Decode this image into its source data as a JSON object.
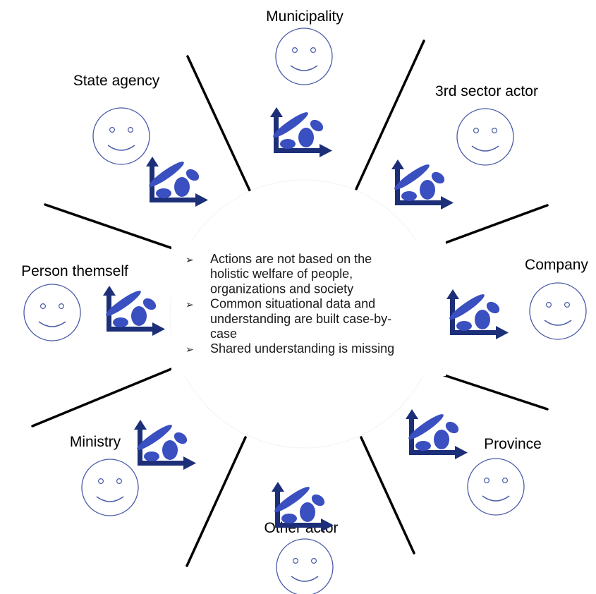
{
  "actors": [
    {
      "id": "municipality",
      "label": "Municipality"
    },
    {
      "id": "state-agency",
      "label": "State agency"
    },
    {
      "id": "third-sector",
      "label": "3rd sector actor"
    },
    {
      "id": "person",
      "label": "Person themself"
    },
    {
      "id": "company",
      "label": "Company"
    },
    {
      "id": "ministry",
      "label": "Ministry"
    },
    {
      "id": "province",
      "label": "Province"
    },
    {
      "id": "other-actor",
      "label": "Other actor"
    }
  ],
  "center": {
    "bullets": [
      [
        "Actions are not based on the",
        "holistic welfare of people,",
        "organizations and society"
      ],
      [
        "Common situational data and",
        "understanding are built case-by-",
        "case"
      ],
      [
        "Shared understanding is missing"
      ]
    ]
  },
  "colors": {
    "face_stroke": "#4a5aa8",
    "icon_dark": "#1c2f78",
    "icon_blue": "#3a4fc0",
    "divider": "#000000"
  },
  "icons": {
    "face": "smiley-face-icon",
    "data": "data-chart-icon",
    "bullet": "arrowhead-bullet-icon"
  }
}
